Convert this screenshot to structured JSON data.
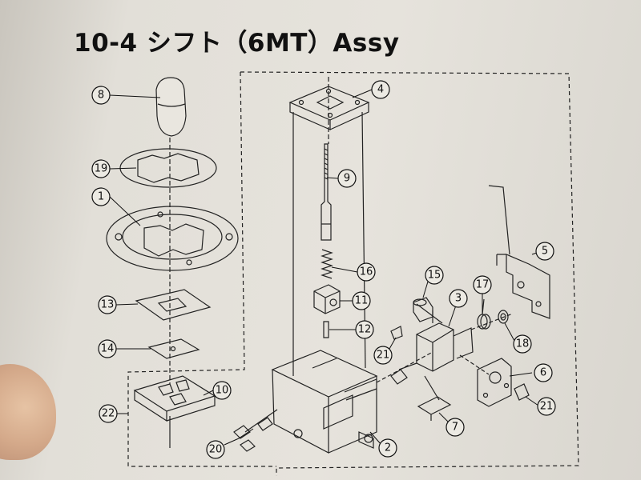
{
  "title": "10-4 シフト（6MT）Assy",
  "callouts": [
    {
      "id": "c8",
      "label": "8"
    },
    {
      "id": "c19",
      "label": "19"
    },
    {
      "id": "c1",
      "label": "1"
    },
    {
      "id": "c13",
      "label": "13"
    },
    {
      "id": "c14",
      "label": "14"
    },
    {
      "id": "c22",
      "label": "22"
    },
    {
      "id": "c10",
      "label": "10"
    },
    {
      "id": "c20",
      "label": "20"
    },
    {
      "id": "c4",
      "label": "4"
    },
    {
      "id": "c9",
      "label": "9"
    },
    {
      "id": "c16",
      "label": "16"
    },
    {
      "id": "c11",
      "label": "11"
    },
    {
      "id": "c12",
      "label": "12"
    },
    {
      "id": "c15",
      "label": "15"
    },
    {
      "id": "c17",
      "label": "17"
    },
    {
      "id": "c3",
      "label": "3"
    },
    {
      "id": "c5",
      "label": "5"
    },
    {
      "id": "c18",
      "label": "18"
    },
    {
      "id": "c21a",
      "label": "21"
    },
    {
      "id": "c21b",
      "label": "21"
    },
    {
      "id": "c6",
      "label": "6"
    },
    {
      "id": "c7",
      "label": "7"
    },
    {
      "id": "c2",
      "label": "2"
    }
  ]
}
